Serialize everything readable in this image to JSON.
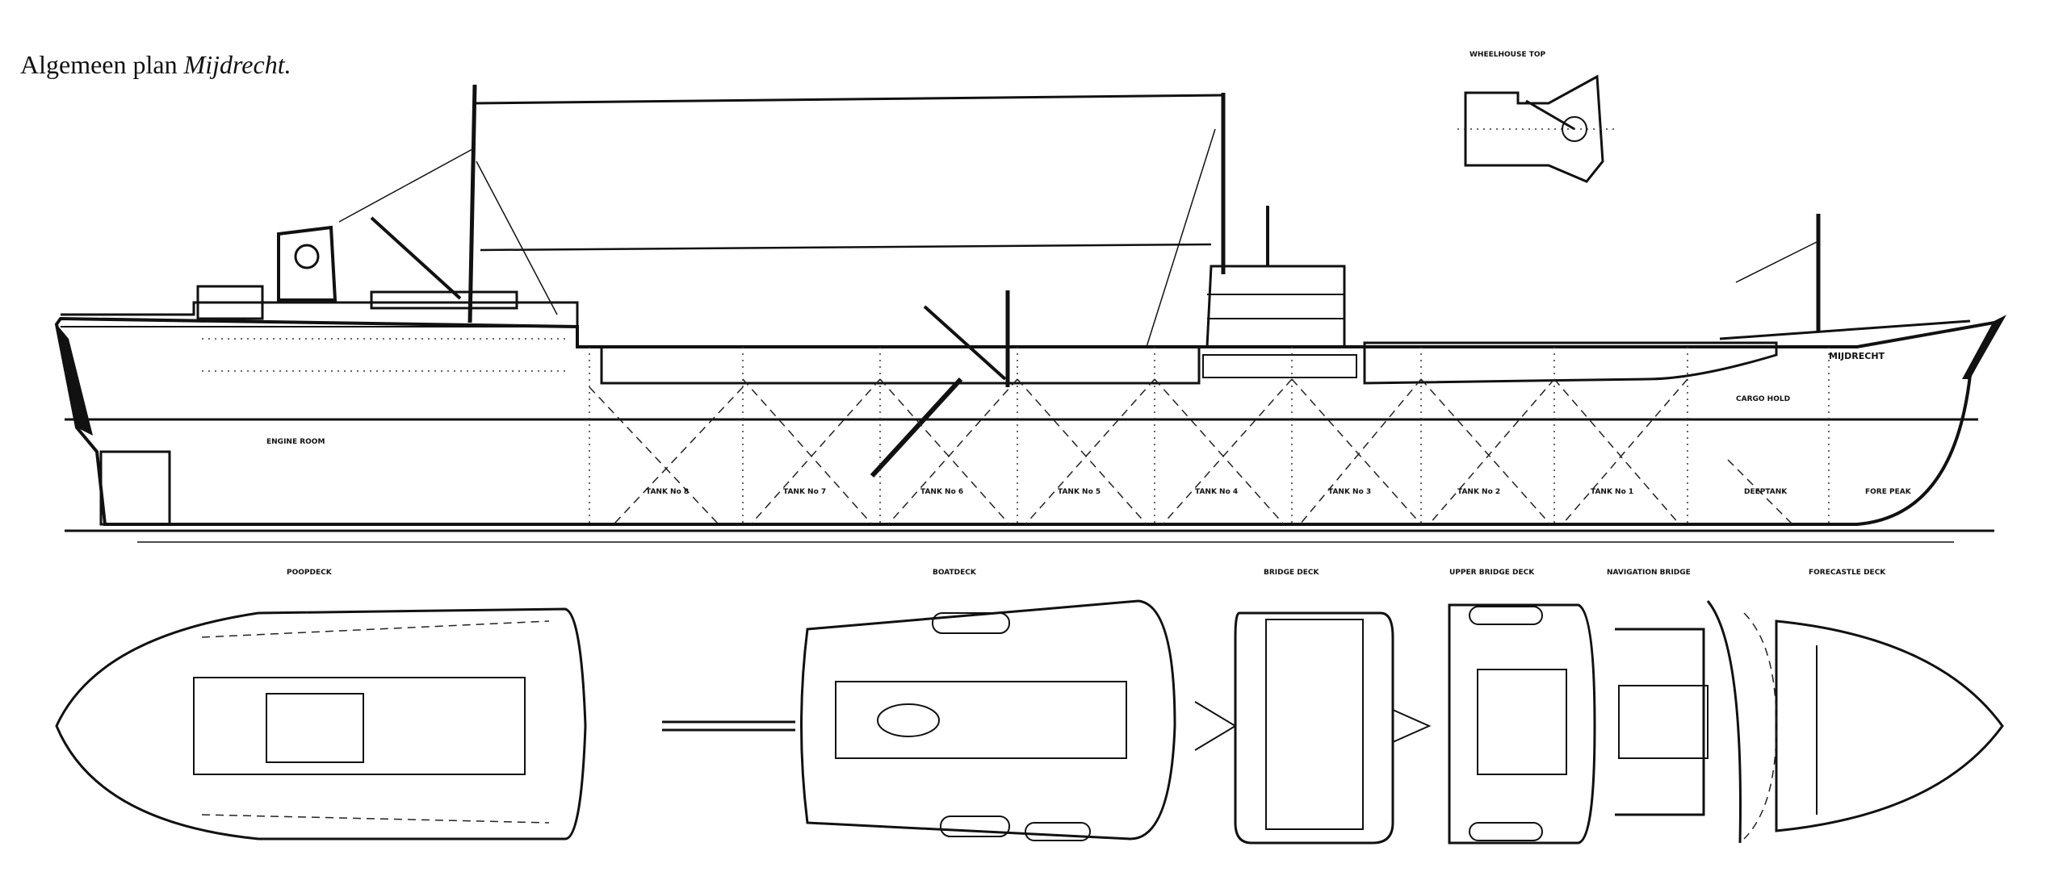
{
  "title": {
    "plain": "Algemeen plan ",
    "italic": "Mijdrecht."
  },
  "profile": {
    "ship_name": "MIJDRECHT",
    "compartments": [
      "ENGINE ROOM",
      "TANK No 8",
      "TANK No 7",
      "TANK No 6",
      "TANK No 5",
      "TANK No 4",
      "TANK No 3",
      "TANK No 2",
      "TANK No 1",
      "DEEPTANK",
      "FORE PEAK",
      "CARGO HOLD"
    ]
  },
  "views": {
    "wheelhouse_top": "WHEELHOUSE TOP",
    "poopdeck": "POOPDECK",
    "boatdeck": "BOATDECK",
    "bridge_deck": "BRIDGE DECK",
    "upper_bridge_deck": "UPPER BRIDGE DECK",
    "navigation_bridge": "NAVIGATION BRIDGE",
    "forecastle_deck": "FORECASTLE DECK"
  }
}
